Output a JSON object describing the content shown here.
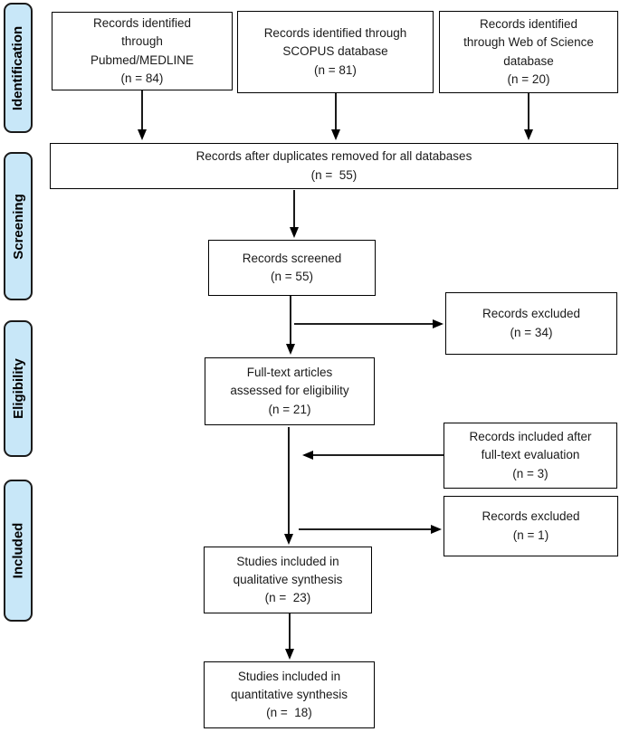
{
  "sidebar": {
    "labels": [
      {
        "label": "Identification"
      },
      {
        "label": "Screening"
      },
      {
        "label": "Eligibility"
      },
      {
        "label": "Included"
      }
    ]
  },
  "nodes": {
    "pubmed": {
      "text": "Records identified\nthrough\nPubmed/MEDLINE\n(n = 84)"
    },
    "scopus": {
      "text": "Records identified through\nSCOPUS database\n(n = 81)"
    },
    "web_of_science": {
      "text": "Records identified\nthrough Web of Science\ndatabase\n(n = 20)"
    },
    "duplicates_removed": {
      "text": "Records after duplicates removed for all databases\n(n =  55)"
    },
    "records_screened": {
      "text": "Records screened\n(n = 55)"
    },
    "records_excluded_screening": {
      "text": "Records excluded\n(n = 34)"
    },
    "full_text_assessed": {
      "text": "Full-text articles\nassessed for eligibility\n(n = 21)"
    },
    "included_after_full_text": {
      "text": "Records included after\nfull-text evaluation\n(n = 3)"
    },
    "records_excluded_full_text": {
      "text": "Records excluded\n(n = 1)"
    },
    "qualitative_synthesis": {
      "text": "Studies included in\nqualitative synthesis\n(n =  23)"
    },
    "quantitative_synthesis": {
      "text": "Studies included in\nquantitative synthesis\n(n =  18)"
    }
  },
  "colors": {
    "stage_fill": "#c8e7f8",
    "line": "#000000",
    "background": "#ffffff"
  }
}
